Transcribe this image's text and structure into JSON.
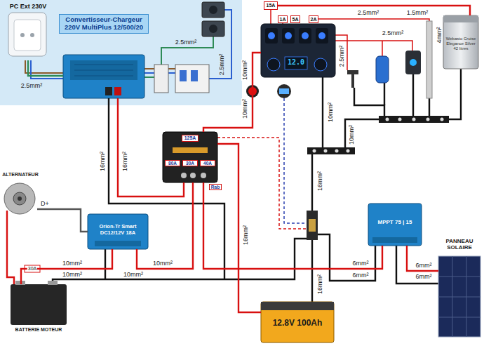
{
  "diagram": {
    "nodes": [
      {
        "text": [
          "PC Ext 230V"
        ]
      },
      {
        "text": [
          "Convertisseur-Chargeur 220V MultiPlus 12/500/20"
        ]
      },
      {
        "text": [
          "15A"
        ]
      },
      {
        "text": [
          "1A"
        ]
      },
      {
        "text": [
          "5A"
        ]
      },
      {
        "text": [
          "2A"
        ]
      },
      {
        "text": [
          "12.0"
        ]
      },
      {
        "text": [
          "Webasto Cruise Elegance Silver 42 litres"
        ]
      },
      {
        "text": [
          "125A",
          "80A",
          "30A",
          "40A",
          "Rab"
        ]
      },
      {
        "text": [
          "ALTERNATEUR"
        ]
      },
      {
        "text": [
          "Orion-Tr Smart DC12/12V 18A"
        ]
      },
      {
        "text": [
          "MPPT 75 | 15"
        ]
      },
      {
        "text": [
          "PANNEAU SOLAIRE"
        ]
      },
      {
        "text": [
          "BATTERIE MOTEUR"
        ]
      },
      {
        "text": [
          "12.8V 100Ah"
        ]
      }
    ],
    "edges": [
      {
        "from": 0,
        "to": 1,
        "arrow": "none",
        "label": "2.5mm²"
      },
      {
        "from": 1,
        "to": 8,
        "arrow": "none",
        "label": "16mm²"
      },
      {
        "from": 8,
        "to": 6,
        "arrow": "none",
        "label": "10mm²"
      },
      {
        "from": 2,
        "to": 7,
        "arrow": "none",
        "label": "4mm²"
      },
      {
        "from": 9,
        "to": 10,
        "arrow": "none",
        "label": "D+"
      },
      {
        "from": 13,
        "to": 10,
        "arrow": "none",
        "label": "10mm²"
      },
      {
        "from": 10,
        "to": 8,
        "arrow": "none",
        "label": "10mm²"
      },
      {
        "from": 8,
        "to": 14,
        "arrow": "none",
        "label": "16mm²"
      },
      {
        "from": 11,
        "to": 8,
        "arrow": "none",
        "label": "6mm²"
      },
      {
        "from": 12,
        "to": 11,
        "arrow": "none",
        "label": "6mm²"
      }
    ],
    "labels": [
      "2.5mm²",
      "2.5mm²",
      "10mm²",
      "16mm²",
      "2.5mm²",
      "2.5mm²",
      "2.5mm²",
      "1.5mm²",
      "10mm²",
      "10mm²",
      "16mm²",
      "16mm²",
      "30A",
      "10mm²",
      "10mm²",
      "6mm²",
      "6mm²"
    ]
  }
}
